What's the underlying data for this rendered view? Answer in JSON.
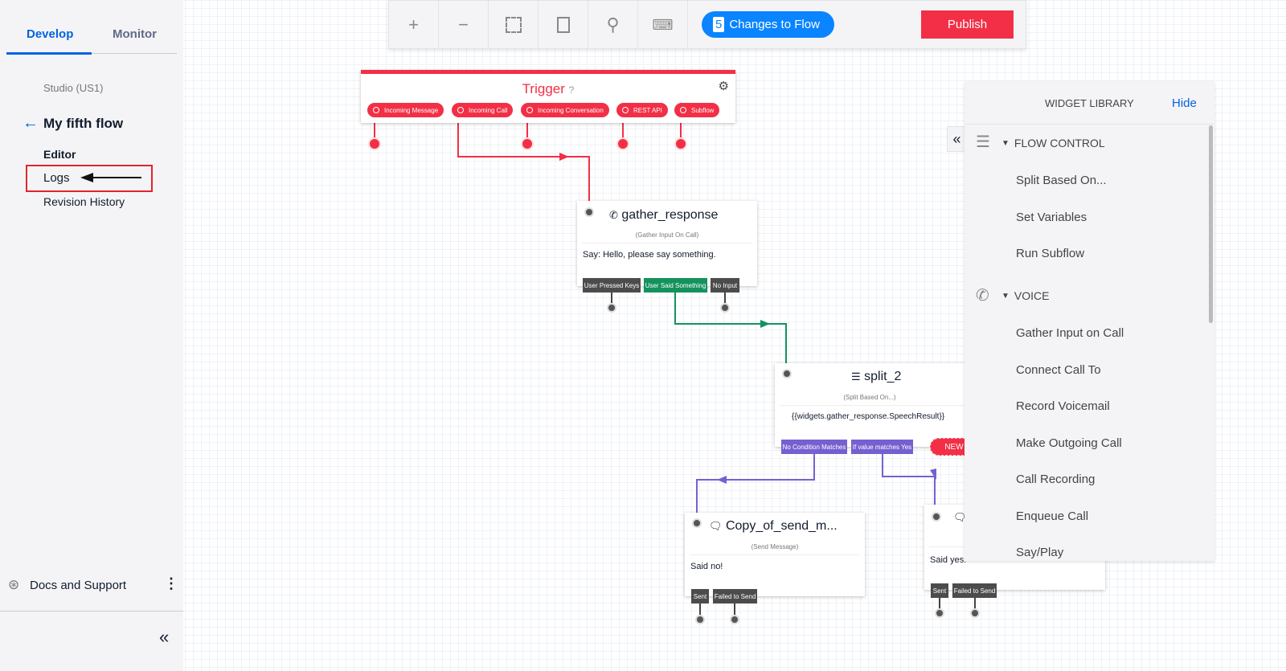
{
  "sidebar": {
    "tabs": [
      "Develop",
      "Monitor"
    ],
    "region": "Studio (US1)",
    "flow_name": "My fifth flow",
    "nav": [
      "Editor",
      "Logs",
      "Revision History"
    ],
    "docs": "Docs and Support"
  },
  "toolbar": {
    "changes_count": "5",
    "changes_label": "Changes to Flow",
    "publish": "Publish"
  },
  "canvas": {
    "trigger": {
      "title": "Trigger",
      "triggers": [
        "Incoming Message",
        "Incoming Call",
        "Incoming Conversation",
        "REST API",
        "Subflow"
      ]
    },
    "gather": {
      "name": "gather_response",
      "type": "(Gather Input On Call)",
      "body": "Say: Hello, please say something.",
      "transitions": [
        "User Pressed Keys",
        "User Said Something",
        "No Input"
      ]
    },
    "split": {
      "name": "split_2",
      "type": "(Split Based On...)",
      "body": "{{widgets.gather_response.SpeechResult}}",
      "transitions": [
        "No Condition Matches",
        "If value matches Yes",
        "NEW"
      ]
    },
    "send1": {
      "name": "Copy_of_send_m...",
      "type": "(Send Message)",
      "body": "Said no!",
      "transitions": [
        "Sent",
        "Failed to Send"
      ]
    },
    "send2": {
      "body": "Said yes!",
      "transitions": [
        "Sent",
        "Failed to Send"
      ]
    }
  },
  "widget_library": {
    "title": "WIDGET LIBRARY",
    "hide": "Hide",
    "sections": [
      {
        "label": "FLOW CONTROL",
        "items": [
          "Split Based On...",
          "Set Variables",
          "Run Subflow"
        ]
      },
      {
        "label": "VOICE",
        "items": [
          "Gather Input on Call",
          "Connect Call To",
          "Record Voicemail",
          "Make Outgoing Call",
          "Call Recording",
          "Enqueue Call",
          "Say/Play"
        ]
      }
    ]
  },
  "colors": {
    "accent": "#0263e0",
    "trigger": "#f22f46",
    "success": "#14925e",
    "split": "#7660d0"
  }
}
